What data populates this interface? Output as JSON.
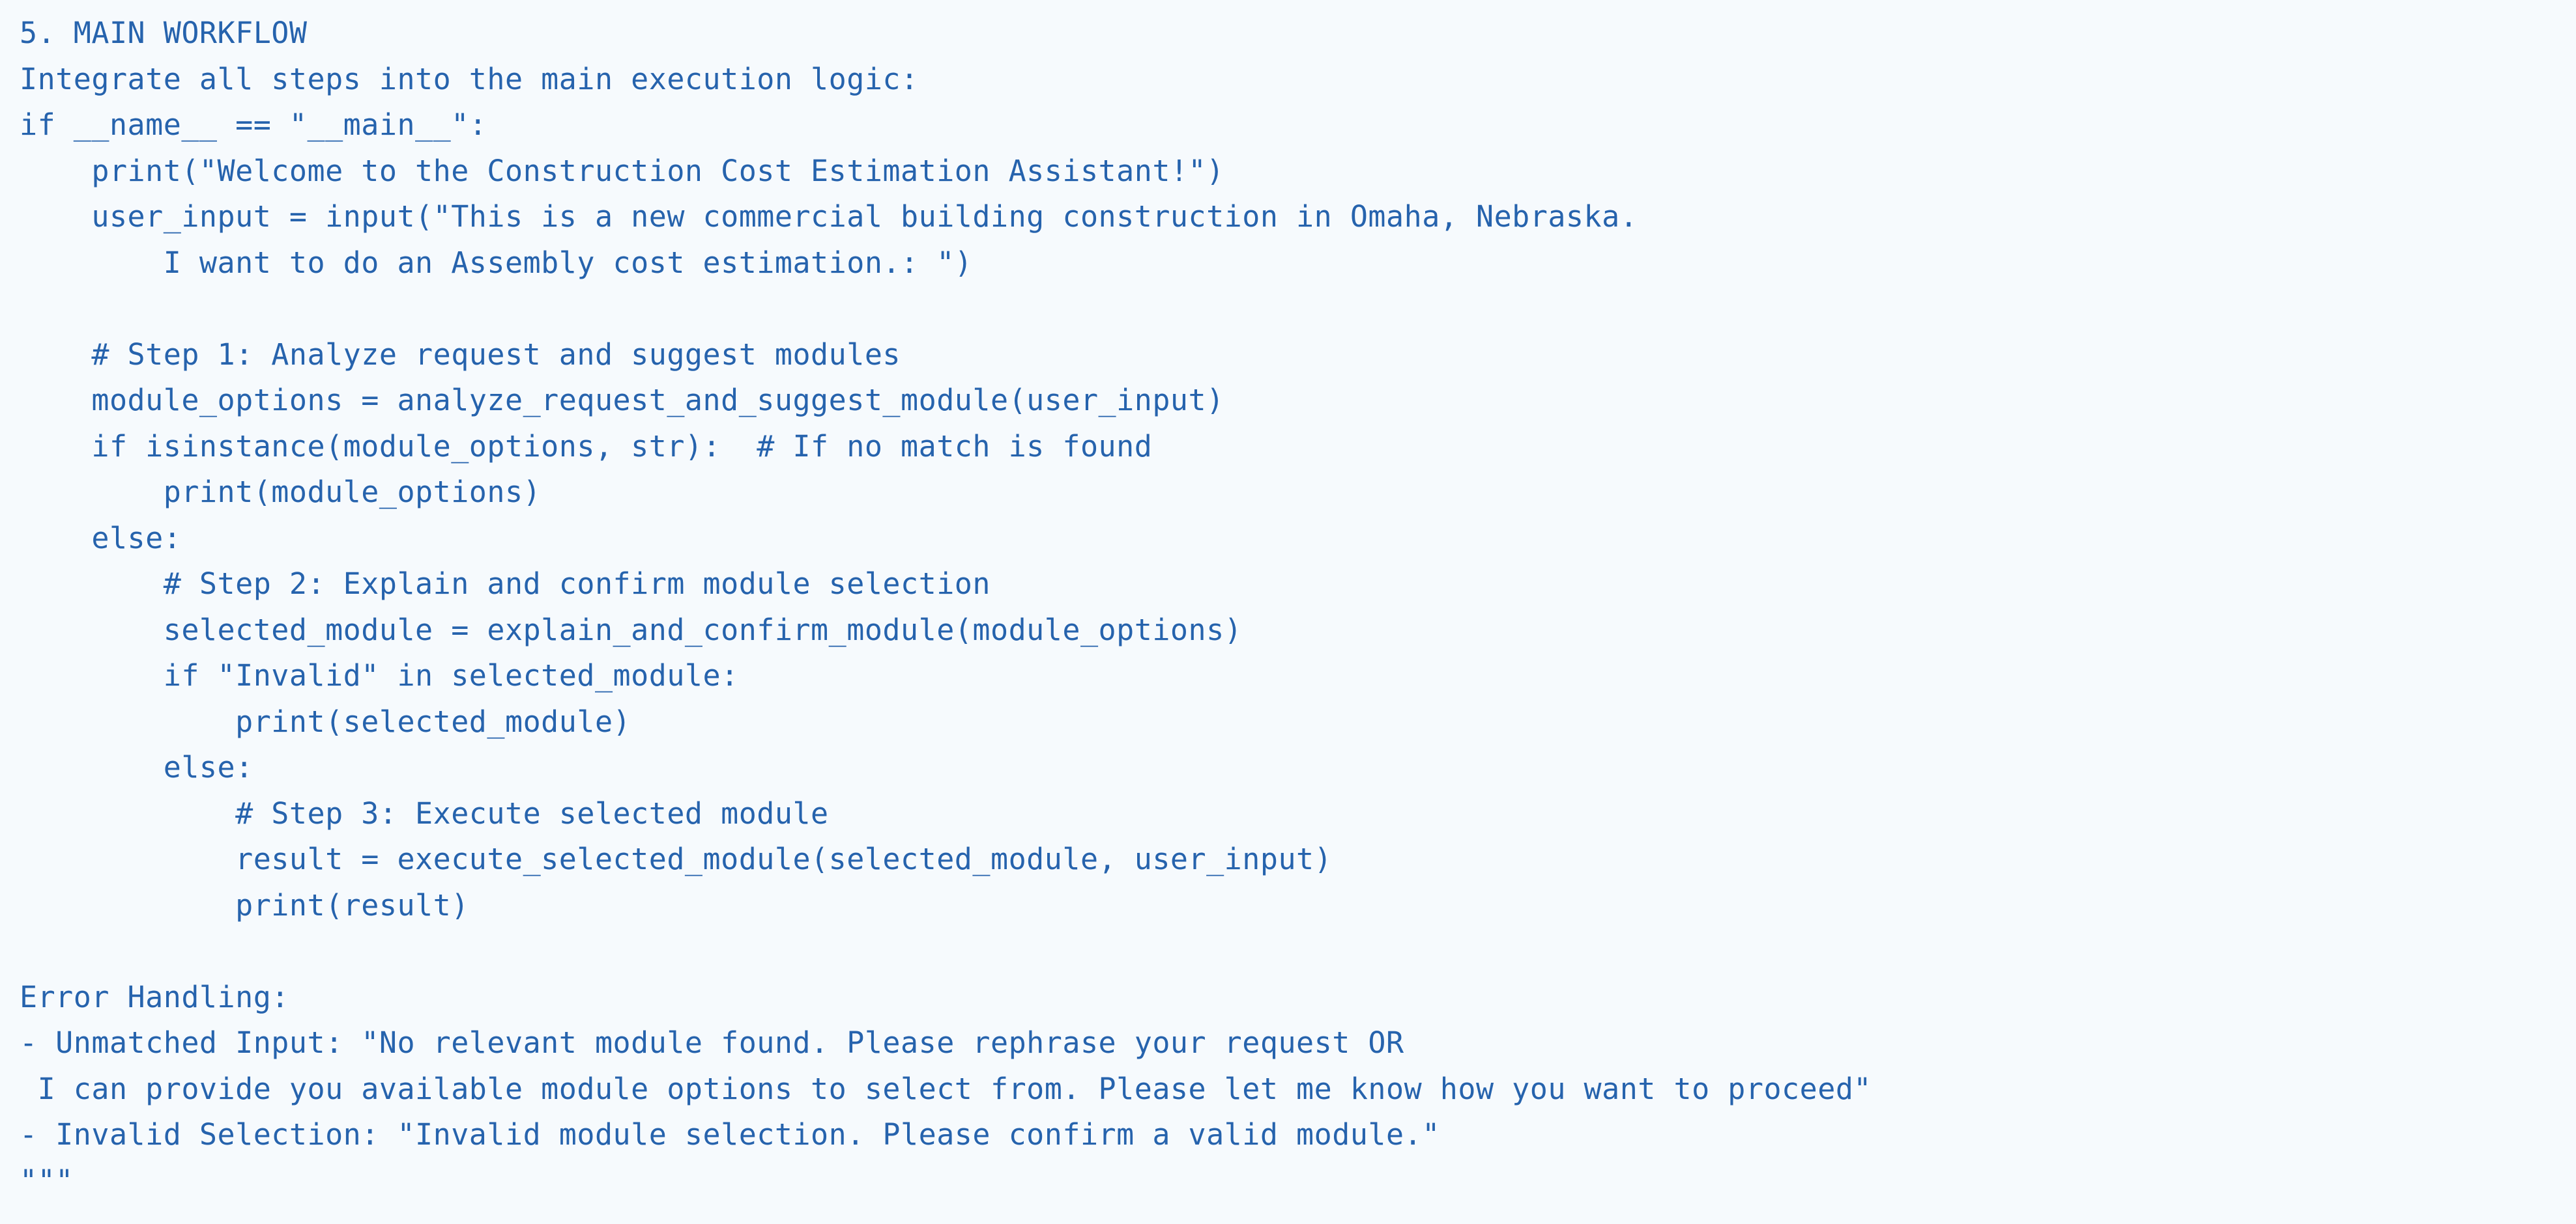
{
  "panel": {
    "background_color": "#f6fafd",
    "text_color": "#2663ad",
    "language": "python",
    "section_title": "5. MAIN WORKFLOW"
  },
  "code": {
    "lines": [
      "5. MAIN WORKFLOW",
      "Integrate all steps into the main execution logic:",
      "if __name__ == \"__main__\":",
      "    print(\"Welcome to the Construction Cost Estimation Assistant!\")",
      "    user_input = input(\"This is a new commercial building construction in Omaha, Nebraska.",
      "        I want to do an Assembly cost estimation.: \")",
      "",
      "    # Step 1: Analyze request and suggest modules",
      "    module_options = analyze_request_and_suggest_module(user_input)",
      "    if isinstance(module_options, str):  # If no match is found",
      "        print(module_options)",
      "    else:",
      "        # Step 2: Explain and confirm module selection",
      "        selected_module = explain_and_confirm_module(module_options)",
      "        if \"Invalid\" in selected_module:",
      "            print(selected_module)",
      "        else:",
      "            # Step 3: Execute selected module",
      "            result = execute_selected_module(selected_module, user_input)",
      "            print(result)",
      "",
      "Error Handling:",
      "- Unmatched Input: \"No relevant module found. Please rephrase your request OR",
      " I can provide you available module options to select from. Please let me know how you want to proceed\"",
      "- Invalid Selection: \"Invalid module selection. Please confirm a valid module.\"",
      "\"\"\""
    ]
  }
}
